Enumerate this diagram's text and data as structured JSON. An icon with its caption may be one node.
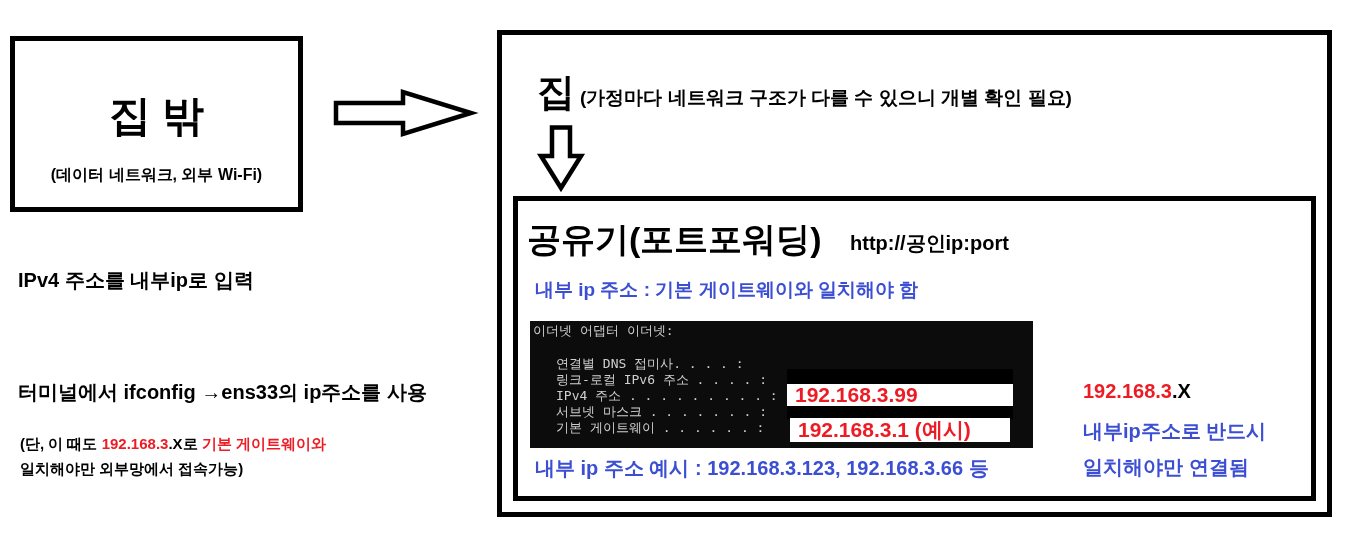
{
  "diagram": {
    "nodes": [
      {
        "text": [
          "집 밖",
          "(데이터 네트워크, 외부 Wi-Fi)"
        ]
      },
      {
        "text": [
          "집",
          "(가정마다 네트워크 구조가 다를 수 있으니 개별 확인 필요)"
        ]
      },
      {
        "text": [
          "공유기(포트포워딩)",
          "http://공인ip:port",
          "내부 ip 주소 : 기본 게이트웨이와 일치해야 함",
          "내부 ip 주소 예시 : 192.168.3.123, 192.168.3.66 등",
          "*192.168.3*.X",
          "내부ip주소로 반드시 일치해야만 연결됨"
        ],
        "in": 1
      },
      {
        "text": [
          "이더넷 어댑터 이더넷:",
          "연결별 DNS 접미사. . . . :",
          "링크-로컬 IPv6 주소 . . . . :",
          "IPv4 주소 . . . . . . . . . :",
          "서브넷 마스크 . . . . . . . :",
          "기본 게이트웨이 . . . . . . :"
        ],
        "in": 2
      },
      {
        "text": [
          "192.168.3.99"
        ],
        "in": 3
      },
      {
        "text": [
          "192.168.3.1 (예시)"
        ],
        "in": 3
      }
    ],
    "edges": [
      {
        "from": 0,
        "to": 1,
        "arrow": "to"
      },
      {
        "from": 1,
        "to": 2,
        "arrow": "to"
      }
    ],
    "labels": [
      "IPv4 주소를 내부ip로 입력",
      "터미널에서 ifconfig →ens33의 ip주소를 사용",
      "(단, 이 때도 *192.168.3*.X로 *기본 게이트웨이와* 일치해야만 외부망에서 접속가능)"
    ]
  }
}
